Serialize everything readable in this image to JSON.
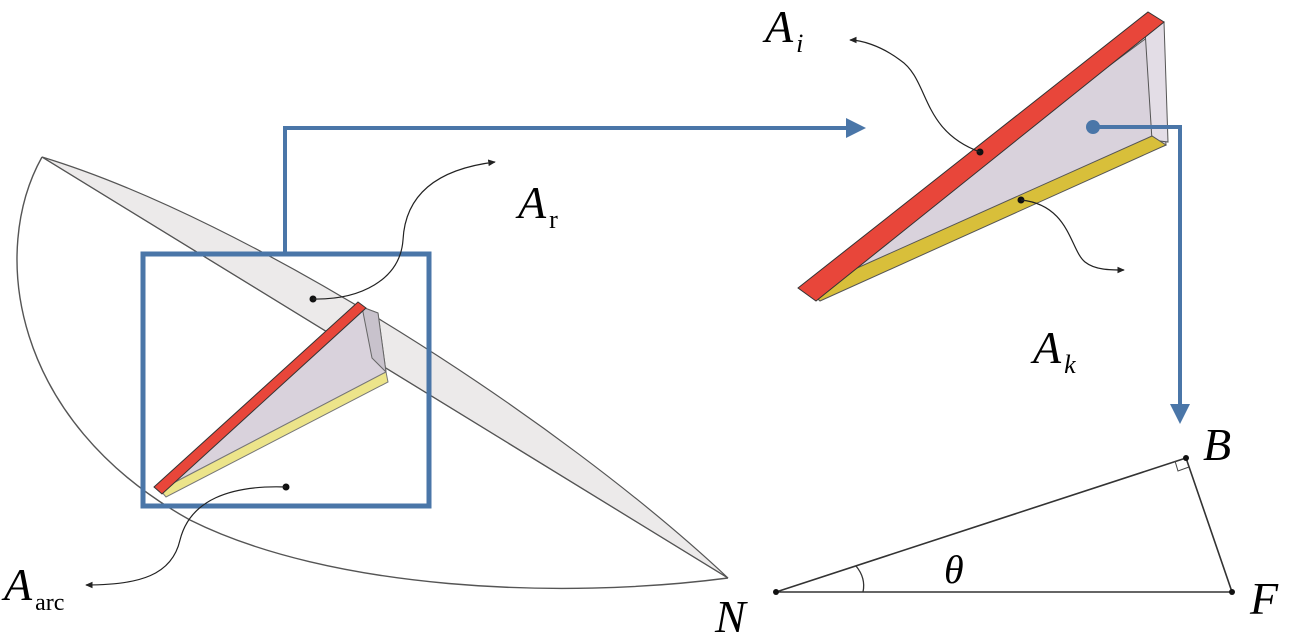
{
  "labels": {
    "a_i": {
      "main": "A",
      "sub": "i"
    },
    "a_r": {
      "main": "A",
      "sub": "r"
    },
    "a_k": {
      "main": "A",
      "sub": "k"
    },
    "a_arc": {
      "main": "A",
      "sub": "arc"
    },
    "point_b": "B",
    "point_n": "N",
    "point_f": "F",
    "angle": "θ"
  },
  "colors": {
    "red_face": "#e8463a",
    "yellow_face": "#d8bf3a",
    "light_yellow_face": "#ece48a",
    "wedge_fill": "#d9d2dc",
    "plane_fill": "#eceaea",
    "frame_blue": "#4a76a8",
    "stroke": "#333333"
  }
}
